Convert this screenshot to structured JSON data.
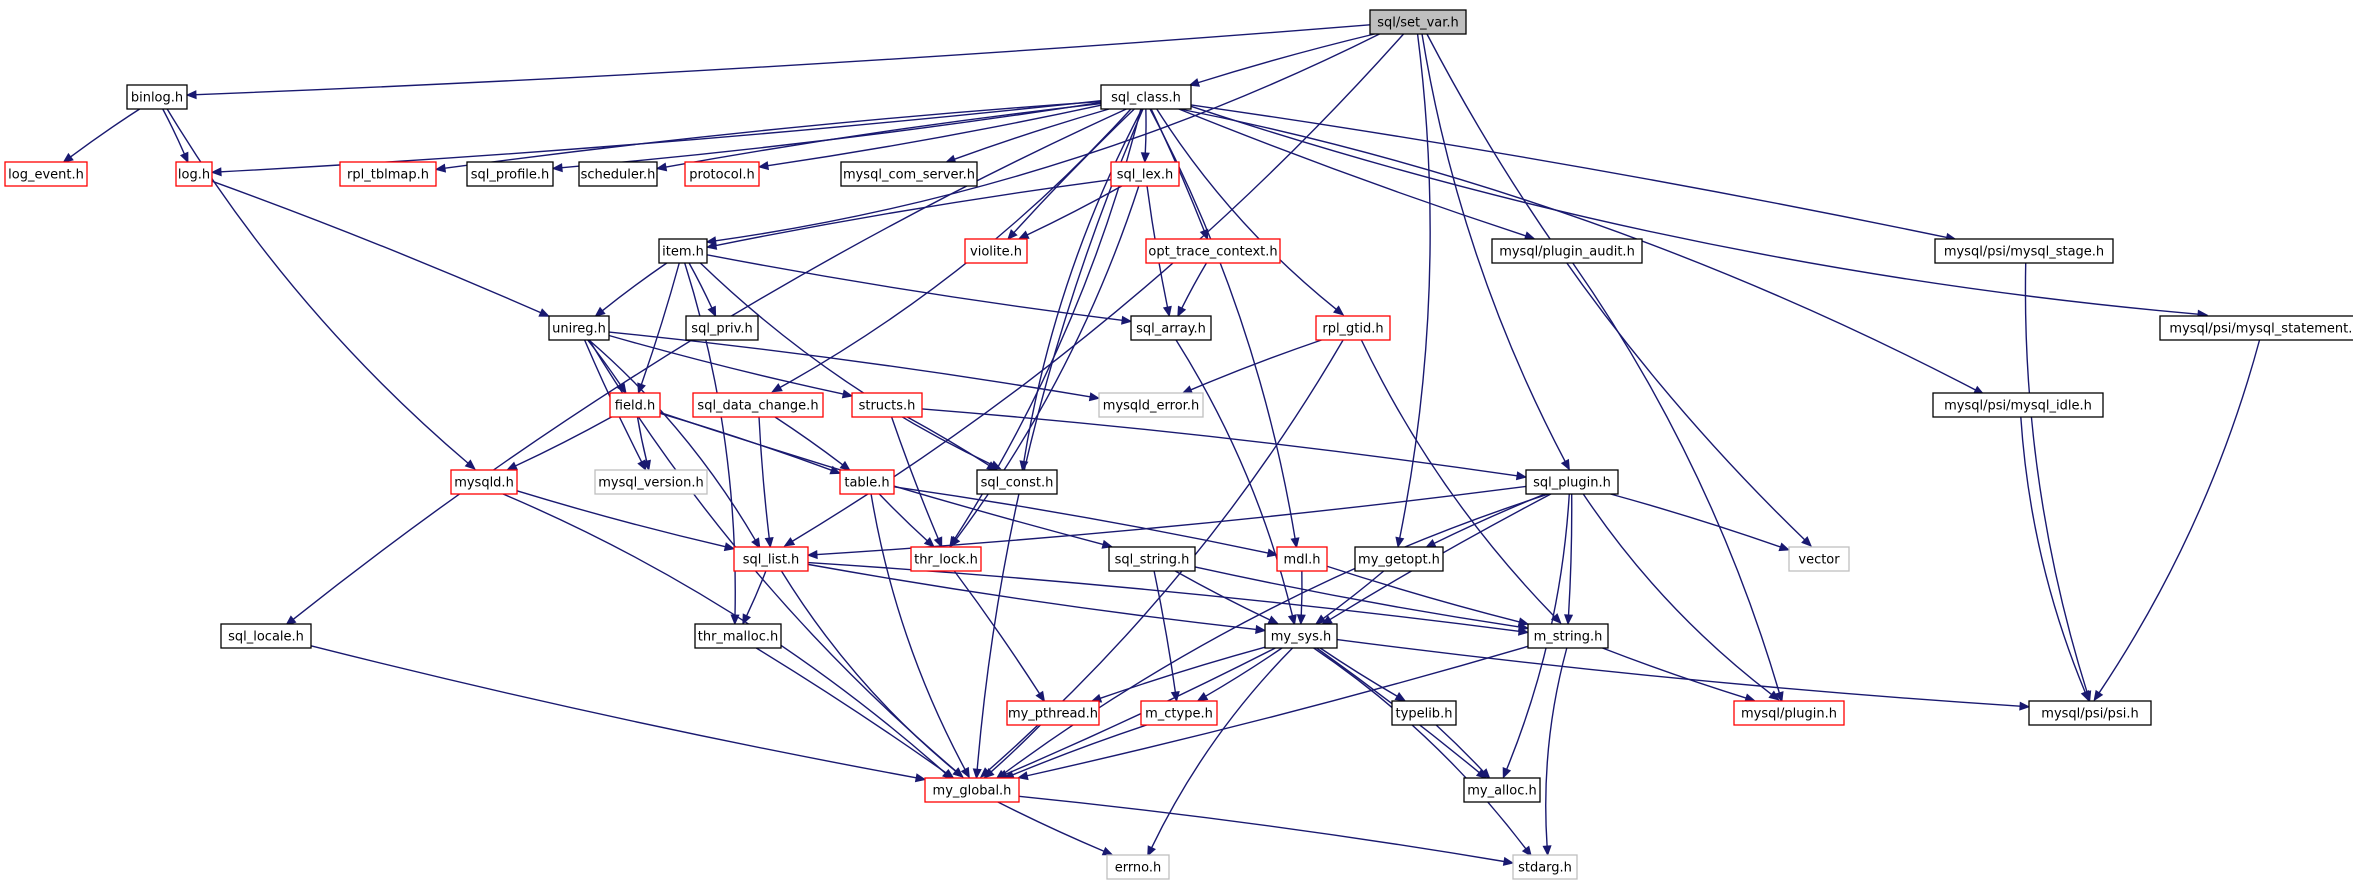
{
  "graph": {
    "edge_color": "#191970",
    "border_colors": {
      "black": "#000000",
      "red": "#ff0000",
      "gray": "#bfbfbf"
    },
    "nodes": [
      {
        "id": "set_var",
        "label": "sql/set_var.h",
        "border": "black",
        "fill": "#bfbfbf"
      },
      {
        "id": "binlog",
        "label": "binlog.h",
        "border": "black"
      },
      {
        "id": "sql_class",
        "label": "sql_class.h",
        "border": "black"
      },
      {
        "id": "log_event",
        "label": "log_event.h",
        "border": "red"
      },
      {
        "id": "log",
        "label": "log.h",
        "border": "red"
      },
      {
        "id": "rpl_tblmap",
        "label": "rpl_tblmap.h",
        "border": "red"
      },
      {
        "id": "sql_profile",
        "label": "sql_profile.h",
        "border": "black"
      },
      {
        "id": "scheduler",
        "label": "scheduler.h",
        "border": "black"
      },
      {
        "id": "protocol",
        "label": "protocol.h",
        "border": "red"
      },
      {
        "id": "mysql_com_server",
        "label": "mysql_com_server.h",
        "border": "black"
      },
      {
        "id": "sql_lex",
        "label": "sql_lex.h",
        "border": "red"
      },
      {
        "id": "item",
        "label": "item.h",
        "border": "black"
      },
      {
        "id": "violite",
        "label": "violite.h",
        "border": "red"
      },
      {
        "id": "opt_trace_context",
        "label": "opt_trace_context.h",
        "border": "red"
      },
      {
        "id": "plugin_audit",
        "label": "mysql/plugin_audit.h",
        "border": "black"
      },
      {
        "id": "psi_mysql_stage",
        "label": "mysql/psi/mysql_stage.h",
        "border": "black"
      },
      {
        "id": "unireg",
        "label": "unireg.h",
        "border": "black"
      },
      {
        "id": "sql_priv",
        "label": "sql_priv.h",
        "border": "black"
      },
      {
        "id": "sql_array",
        "label": "sql_array.h",
        "border": "black"
      },
      {
        "id": "rpl_gtid",
        "label": "rpl_gtid.h",
        "border": "red"
      },
      {
        "id": "psi_mysql_statement",
        "label": "mysql/psi/mysql_statement.h",
        "border": "black"
      },
      {
        "id": "field",
        "label": "field.h",
        "border": "red"
      },
      {
        "id": "sql_data_change",
        "label": "sql_data_change.h",
        "border": "red"
      },
      {
        "id": "structs",
        "label": "structs.h",
        "border": "red"
      },
      {
        "id": "mysqld_error",
        "label": "mysqld_error.h",
        "border": "gray"
      },
      {
        "id": "psi_mysql_idle",
        "label": "mysql/psi/mysql_idle.h",
        "border": "black"
      },
      {
        "id": "mysqld",
        "label": "mysqld.h",
        "border": "red"
      },
      {
        "id": "mysql_version",
        "label": "mysql_version.h",
        "border": "gray"
      },
      {
        "id": "table",
        "label": "table.h",
        "border": "red"
      },
      {
        "id": "sql_const",
        "label": "sql_const.h",
        "border": "black"
      },
      {
        "id": "sql_plugin",
        "label": "sql_plugin.h",
        "border": "black"
      },
      {
        "id": "sql_list",
        "label": "sql_list.h",
        "border": "red"
      },
      {
        "id": "thr_lock",
        "label": "thr_lock.h",
        "border": "red"
      },
      {
        "id": "sql_string",
        "label": "sql_string.h",
        "border": "black"
      },
      {
        "id": "mdl",
        "label": "mdl.h",
        "border": "red"
      },
      {
        "id": "my_getopt",
        "label": "my_getopt.h",
        "border": "black"
      },
      {
        "id": "vector",
        "label": "vector",
        "border": "gray"
      },
      {
        "id": "sql_locale",
        "label": "sql_locale.h",
        "border": "black"
      },
      {
        "id": "thr_malloc",
        "label": "thr_malloc.h",
        "border": "black"
      },
      {
        "id": "my_sys",
        "label": "my_sys.h",
        "border": "black"
      },
      {
        "id": "m_string",
        "label": "m_string.h",
        "border": "black"
      },
      {
        "id": "my_pthread",
        "label": "my_pthread.h",
        "border": "red"
      },
      {
        "id": "m_ctype",
        "label": "m_ctype.h",
        "border": "red"
      },
      {
        "id": "typelib",
        "label": "typelib.h",
        "border": "black"
      },
      {
        "id": "mysql_plugin",
        "label": "mysql/plugin.h",
        "border": "red"
      },
      {
        "id": "psi",
        "label": "mysql/psi/psi.h",
        "border": "black"
      },
      {
        "id": "my_global",
        "label": "my_global.h",
        "border": "red"
      },
      {
        "id": "my_alloc",
        "label": "my_alloc.h",
        "border": "black"
      },
      {
        "id": "errno",
        "label": "errno.h",
        "border": "gray"
      },
      {
        "id": "stdarg",
        "label": "stdarg.h",
        "border": "gray"
      }
    ],
    "edges": [
      [
        "set_var",
        "binlog"
      ],
      [
        "set_var",
        "sql_class"
      ],
      [
        "set_var",
        "item"
      ],
      [
        "set_var",
        "sql_plugin"
      ],
      [
        "set_var",
        "my_getopt"
      ],
      [
        "set_var",
        "vector"
      ],
      [
        "set_var",
        "sql_list"
      ],
      [
        "binlog",
        "log_event"
      ],
      [
        "binlog",
        "log"
      ],
      [
        "binlog",
        "mysqld"
      ],
      [
        "sql_class",
        "log"
      ],
      [
        "sql_class",
        "rpl_tblmap"
      ],
      [
        "sql_class",
        "sql_profile"
      ],
      [
        "sql_class",
        "scheduler"
      ],
      [
        "sql_class",
        "protocol"
      ],
      [
        "sql_class",
        "mysql_com_server"
      ],
      [
        "sql_class",
        "sql_lex"
      ],
      [
        "sql_class",
        "violite"
      ],
      [
        "sql_class",
        "opt_trace_context"
      ],
      [
        "sql_class",
        "plugin_audit"
      ],
      [
        "sql_class",
        "psi_mysql_stage"
      ],
      [
        "sql_class",
        "psi_mysql_statement"
      ],
      [
        "sql_class",
        "psi_mysql_idle"
      ],
      [
        "sql_class",
        "sql_locale"
      ],
      [
        "sql_class",
        "sql_data_change"
      ],
      [
        "sql_class",
        "sql_const"
      ],
      [
        "sql_class",
        "thr_lock"
      ],
      [
        "sql_class",
        "rpl_gtid"
      ],
      [
        "sql_class",
        "mdl"
      ],
      [
        "sql_class",
        "my_global"
      ],
      [
        "log",
        "unireg"
      ],
      [
        "sql_lex",
        "item"
      ],
      [
        "sql_lex",
        "violite"
      ],
      [
        "sql_lex",
        "sql_array"
      ],
      [
        "sql_lex",
        "thr_lock"
      ],
      [
        "item",
        "unireg"
      ],
      [
        "item",
        "sql_priv"
      ],
      [
        "item",
        "sql_array"
      ],
      [
        "item",
        "field"
      ],
      [
        "item",
        "sql_const"
      ],
      [
        "item",
        "thr_malloc"
      ],
      [
        "opt_trace_context",
        "sql_array"
      ],
      [
        "plugin_audit",
        "mysql_plugin"
      ],
      [
        "psi_mysql_stage",
        "psi"
      ],
      [
        "psi_mysql_statement",
        "psi"
      ],
      [
        "psi_mysql_idle",
        "psi"
      ],
      [
        "unireg",
        "field"
      ],
      [
        "unireg",
        "mysql_version"
      ],
      [
        "unireg",
        "mysqld_error"
      ],
      [
        "unireg",
        "structs"
      ],
      [
        "unireg",
        "sql_list"
      ],
      [
        "unireg",
        "my_global"
      ],
      [
        "sql_array",
        "my_sys"
      ],
      [
        "rpl_gtid",
        "mysqld_error"
      ],
      [
        "rpl_gtid",
        "my_global"
      ],
      [
        "rpl_gtid",
        "m_string"
      ],
      [
        "field",
        "mysqld"
      ],
      [
        "field",
        "mysql_version"
      ],
      [
        "field",
        "table"
      ],
      [
        "field",
        "sql_string"
      ],
      [
        "sql_data_change",
        "table"
      ],
      [
        "sql_data_change",
        "sql_list"
      ],
      [
        "structs",
        "sql_const"
      ],
      [
        "structs",
        "thr_lock"
      ],
      [
        "structs",
        "sql_plugin"
      ],
      [
        "mysqld",
        "sql_list"
      ],
      [
        "mysqld",
        "my_global"
      ],
      [
        "table",
        "thr_lock"
      ],
      [
        "table",
        "mdl"
      ],
      [
        "table",
        "my_global"
      ],
      [
        "sql_plugin",
        "sql_list"
      ],
      [
        "sql_plugin",
        "my_getopt"
      ],
      [
        "sql_plugin",
        "vector"
      ],
      [
        "sql_plugin",
        "my_sys"
      ],
      [
        "sql_plugin",
        "m_string"
      ],
      [
        "sql_plugin",
        "mysql_plugin"
      ],
      [
        "sql_plugin",
        "my_alloc"
      ],
      [
        "sql_plugin",
        "my_global"
      ],
      [
        "sql_list",
        "thr_malloc"
      ],
      [
        "sql_list",
        "my_sys"
      ],
      [
        "sql_list",
        "m_string"
      ],
      [
        "sql_list",
        "my_global"
      ],
      [
        "thr_lock",
        "my_pthread"
      ],
      [
        "sql_string",
        "my_sys"
      ],
      [
        "sql_string",
        "m_ctype"
      ],
      [
        "sql_string",
        "m_string"
      ],
      [
        "mdl",
        "my_sys"
      ],
      [
        "mdl",
        "m_string"
      ],
      [
        "my_getopt",
        "my_sys"
      ],
      [
        "sql_locale",
        "my_global"
      ],
      [
        "thr_malloc",
        "my_global"
      ],
      [
        "my_sys",
        "my_pthread"
      ],
      [
        "my_sys",
        "m_ctype"
      ],
      [
        "my_sys",
        "typelib"
      ],
      [
        "my_sys",
        "my_alloc"
      ],
      [
        "my_sys",
        "psi"
      ],
      [
        "my_sys",
        "my_global"
      ],
      [
        "my_sys",
        "errno"
      ],
      [
        "my_sys",
        "stdarg"
      ],
      [
        "m_string",
        "mysql_plugin"
      ],
      [
        "m_string",
        "my_global"
      ],
      [
        "m_string",
        "stdarg"
      ],
      [
        "my_pthread",
        "my_global"
      ],
      [
        "m_ctype",
        "my_global"
      ],
      [
        "typelib",
        "my_alloc"
      ],
      [
        "my_global",
        "errno"
      ],
      [
        "my_global",
        "stdarg"
      ]
    ]
  }
}
